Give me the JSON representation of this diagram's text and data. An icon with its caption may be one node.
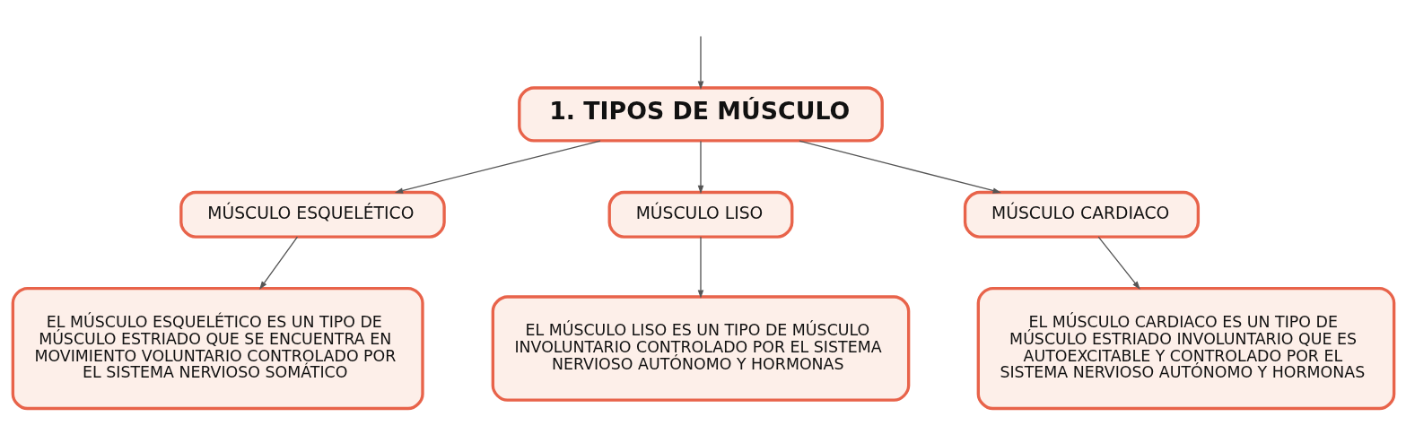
{
  "diagram": {
    "nodes": [
      {
        "text": [
          "1. TIPOS DE MÚSCULO"
        ]
      },
      {
        "text": [
          "MÚSCULO ESQUELÉTICO"
        ]
      },
      {
        "text": [
          "MÚSCULO LISO"
        ]
      },
      {
        "text": [
          "MÚSCULO CARDIACO"
        ]
      },
      {
        "text": [
          "EL MÚSCULO ESQUELÉTICO ES UN TIPO DE MÚSCULO ESTRIADO QUE SE ENCUENTRA EN MOVIMIENTO VOLUNTARIO CONTROLADO POR EL SISTEMA NERVIOSO SOMÁTICO"
        ]
      },
      {
        "text": [
          "EL MÚSCULO LISO ES UN TIPO DE MÚSCULO INVOLUNTARIO CONTROLADO POR EL SISTEMA NERVIOSO AUTÓNOMO Y HORMONAS"
        ]
      },
      {
        "text": [
          "EL MÚSCULO CARDIACO ES UN TIPO DE MÚSCULO ESTRIADO INVOLUNTARIO QUE ES AUTOEXCITABLE Y CONTROLADO POR EL SISTEMA NERVIOSO AUTÓNOMO Y HORMONAS"
        ]
      }
    ],
    "edges": [
      {
        "from": null,
        "to": 0,
        "arrow": "to"
      },
      {
        "from": 0,
        "to": 1,
        "arrow": "to"
      },
      {
        "from": 0,
        "to": 2,
        "arrow": "to"
      },
      {
        "from": 0,
        "to": 3,
        "arrow": "to"
      },
      {
        "from": 1,
        "to": 4,
        "arrow": "to"
      },
      {
        "from": 2,
        "to": 5,
        "arrow": "to"
      },
      {
        "from": 3,
        "to": 6,
        "arrow": "to"
      }
    ]
  }
}
